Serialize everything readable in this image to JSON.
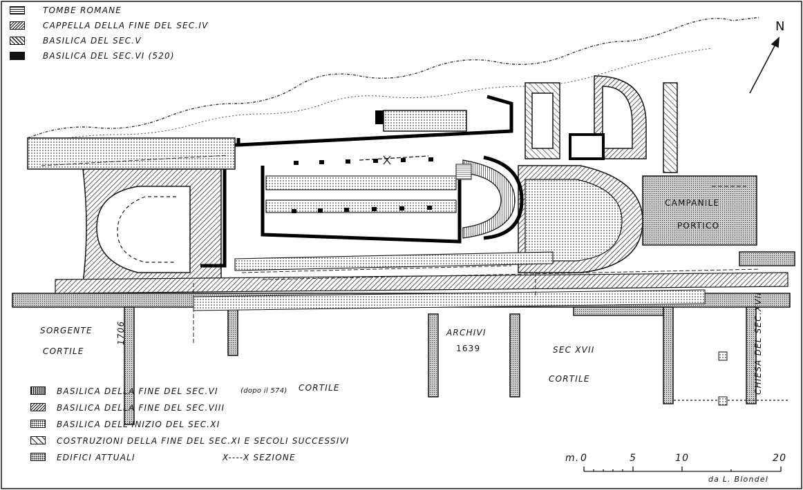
{
  "north_label": "N",
  "legend_top": [
    {
      "pattern": "horizontal-hatch",
      "label": "TOMBE ROMANE"
    },
    {
      "pattern": "diagonal-hatch",
      "label": "CAPPELLA DELLA FINE DEL SEC.IV"
    },
    {
      "pattern": "diagonal-hatch-dense",
      "label": "BASILICA DEL SEC.V"
    },
    {
      "pattern": "solid-black",
      "label": "BASILICA DEL SEC.VI (520)"
    }
  ],
  "legend_bottom": [
    {
      "pattern": "vertical-hatch",
      "label": "BASILICA DELLA FINE DEL SEC.VI",
      "note": "(dopo il 574)"
    },
    {
      "pattern": "diagonal-hatch",
      "label": "BASILICA DELLA FINE DEL SEC.VIII"
    },
    {
      "pattern": "dotted",
      "label": "BASILICA DELL'INIZIO DEL SEC.XI"
    },
    {
      "pattern": "open-diagonal",
      "label": "COSTRUZIONI DELLA FINE DEL SEC.XI E SECOLI SUCCESSIVI"
    },
    {
      "pattern": "dotted-fill",
      "label": "EDIFICI ATTUALI"
    }
  ],
  "section_label": "X----X SEZIONE",
  "map_labels": {
    "campanile": "CAMPANILE",
    "portico": "PORTICO",
    "sorgente": "SORGENTE",
    "cortile_left": "CORTILE",
    "year_1706": "1706",
    "archivi": "ARCHIVI",
    "year_1639": "1639",
    "sec_xvii": "SEC XVII",
    "cortile_center": "CORTILE",
    "cortile_right": "CORTILE",
    "chiesa": "CHIESA DEL SEC.XVII"
  },
  "scale": {
    "unit": "m.",
    "ticks": [
      "0",
      "5",
      "10",
      "20"
    ]
  },
  "credit": "da L. Blondel"
}
